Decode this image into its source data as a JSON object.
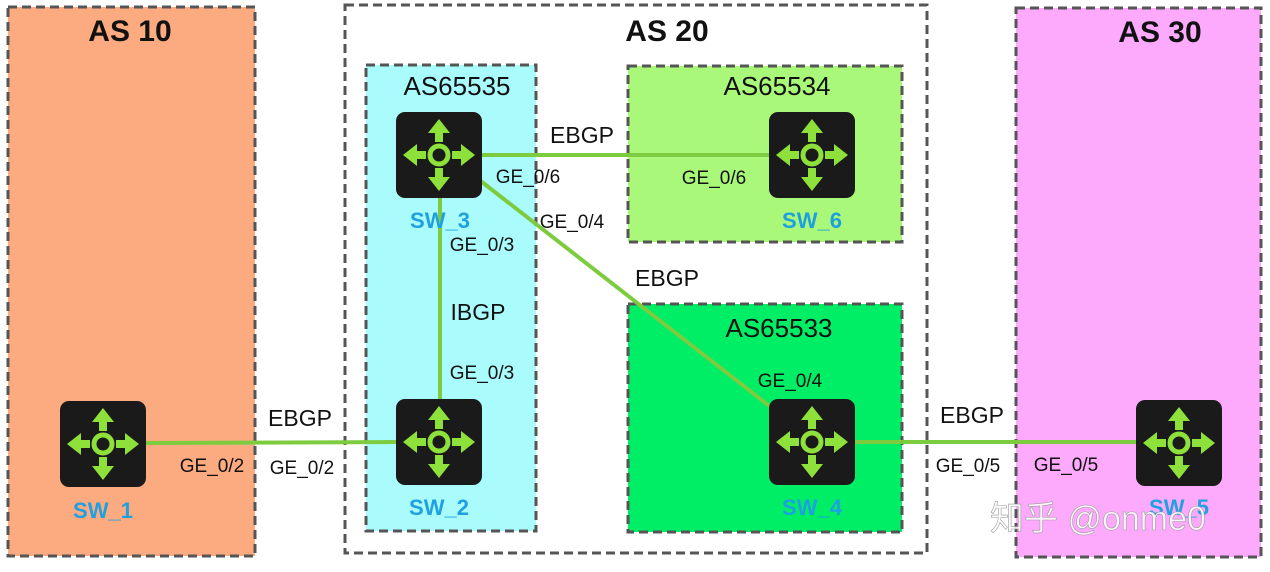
{
  "colors": {
    "as10": "#fcaa80",
    "as20": "#ffffff",
    "as30": "#fdaafd",
    "as65535": "#aafcfc",
    "as65534": "#aaf87a",
    "as65533": "#00ee66",
    "link": "#7dcc40",
    "device_name": "#1fa0e0",
    "border": "#555555",
    "device_body": "#1a1a1a",
    "device_arrows": "#8ee03a"
  },
  "areas": {
    "as10": {
      "label": "AS 10"
    },
    "as20": {
      "label": "AS 20"
    },
    "as30": {
      "label": "AS 30"
    },
    "as65535": {
      "label": "AS65535"
    },
    "as65534": {
      "label": "AS65534"
    },
    "as65533": {
      "label": "AS65533"
    }
  },
  "devices": {
    "sw1": {
      "name": "SW_1",
      "icon": "router-icon"
    },
    "sw2": {
      "name": "SW_2",
      "icon": "router-icon"
    },
    "sw3": {
      "name": "SW_3",
      "icon": "router-icon"
    },
    "sw4": {
      "name": "SW_4",
      "icon": "router-icon"
    },
    "sw5": {
      "name": "SW_5",
      "icon": "router-icon"
    },
    "sw6": {
      "name": "SW_6",
      "icon": "router-icon"
    }
  },
  "links": {
    "sw1_sw2": {
      "protocol": "EBGP",
      "port_a": "GE_0/2",
      "port_b": "GE_0/2"
    },
    "sw3_sw6": {
      "protocol": "EBGP",
      "port_a": "GE_0/6",
      "port_b": "GE_0/6"
    },
    "sw3_sw4": {
      "protocol": "EBGP",
      "port_a": "GE_0/4",
      "port_b": "GE_0/4"
    },
    "sw3_sw2": {
      "protocol": "IBGP",
      "port_a": "GE_0/3",
      "port_b": "GE_0/3"
    },
    "sw4_sw5": {
      "protocol": "EBGP",
      "port_a": "GE_0/5",
      "port_b": "GE_0/5"
    }
  },
  "watermark": "知乎 @onme0"
}
